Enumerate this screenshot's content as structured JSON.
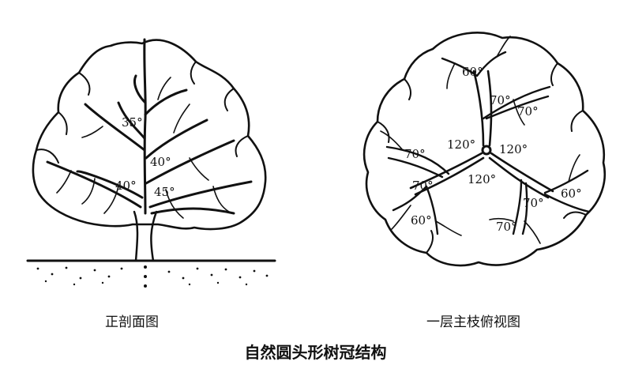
{
  "title": "自然圆头形树冠结构",
  "left_view": {
    "caption": "正剖面图",
    "angles": [
      "35°",
      "40°",
      "40°",
      "45°"
    ]
  },
  "right_view": {
    "caption": "一层主枝俯视图",
    "angles": [
      "60°",
      "70°",
      "70°",
      "120°",
      "120°",
      "120°",
      "70°",
      "70°",
      "60°",
      "70°",
      "60°",
      "70°"
    ]
  },
  "colors": {
    "ink": "#111111",
    "paper": "#ffffff"
  }
}
